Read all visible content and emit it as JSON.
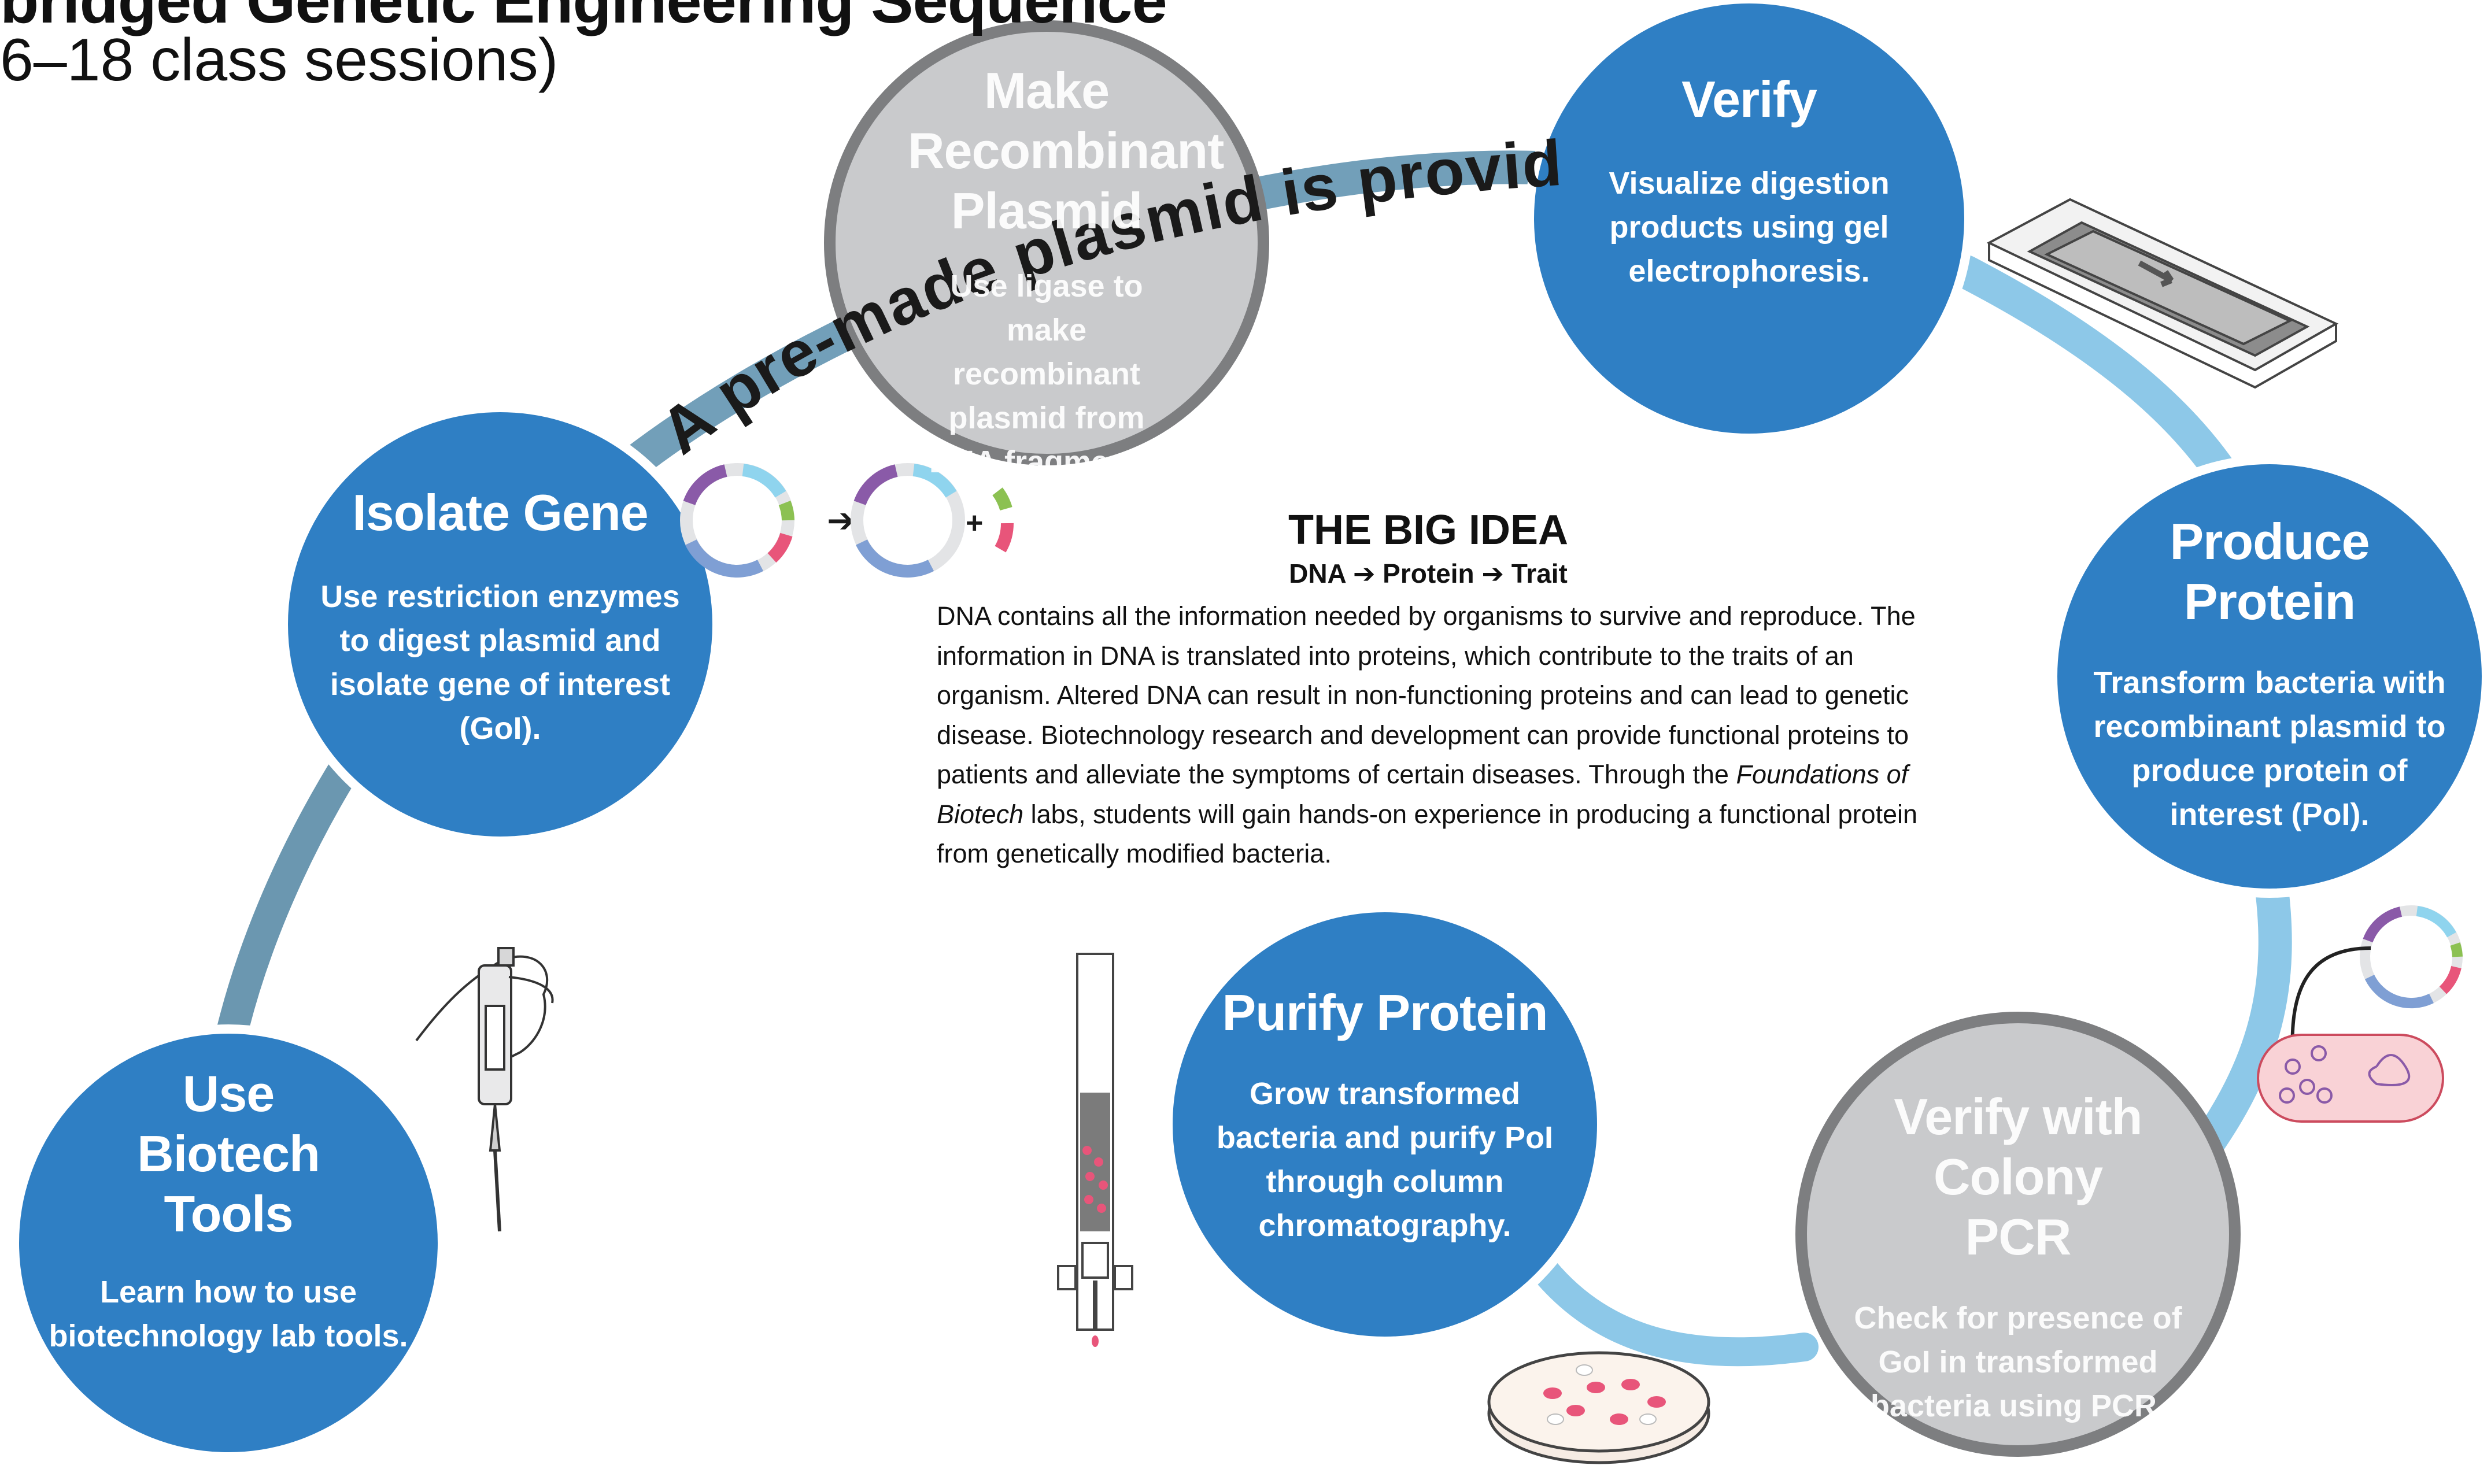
{
  "title": {
    "line1": "bridged Genetic Engineering Sequence",
    "line2": "6–18 class sessions)"
  },
  "banner": "A pre-made plasmid is provided",
  "steps": {
    "biotech_tools": {
      "heading": "Use Biotech Tools",
      "description": "Learn how to use biotechnology lab tools."
    },
    "isolate_gene": {
      "heading": "Isolate Gene",
      "description": "Use restriction enzymes to digest plasmid and isolate gene of interest (GoI)."
    },
    "make_plasmid": {
      "heading": "Make Recombinant Plasmid",
      "description": "Use ligase to make recombinant plasmid from DNA fragments."
    },
    "verify": {
      "heading": "Verify",
      "description": "Visualize digestion products using gel electrophoresis."
    },
    "produce_protein": {
      "heading": "Produce Protein",
      "description": "Transform bacteria with recombinant plasmid to produce protein of interest (PoI)."
    },
    "colony_pcr": {
      "heading": "Verify with Colony PCR",
      "description": "Check for presence of GoI in transformed bacteria using PCR."
    },
    "purify_protein": {
      "heading": "Purify Protein",
      "description": "Grow transformed bacteria and purify PoI through column chromatography."
    }
  },
  "big_idea": {
    "title": "THE BIG IDEA",
    "subtitle": "DNA ➔ Protein ➔ Trait",
    "body_1": "DNA contains all the information needed by organisms to survive and reproduce. The information in DNA is translated into proteins, which contribute to the traits of an organism. Altered DNA can result in non-functioning proteins and can lead to genetic disease. Biotechnology research and development can provide functional proteins to patients and alleviate the symptoms of certain diseases. Through the ",
    "body_italic": "Foundations of Biotech",
    "body_2": " labs, students will gain hands-on experience in producing a functional protein from genetically modified bacteria."
  },
  "colors": {
    "step_blue": "#2f7fc4",
    "step_blue_ring": "#ffffff",
    "inactive_grey": "#c9cacc",
    "inactive_ring": "#7d7e80",
    "track_dark": "#6f9fba",
    "track_light": "#8dc8e8",
    "plasmid_purple": "#8a5aa8",
    "plasmid_cyan": "#8fd4ee",
    "plasmid_green": "#8cc152",
    "plasmid_pink": "#e8557a",
    "plasmid_blue": "#7f9fd4",
    "colony_red": "#e8557a"
  },
  "icons": {
    "plasmid": "plasmid-icon",
    "pipette": "hand-pipette-icon",
    "gel_box": "gel-electrophoresis-icon",
    "petri_dish": "petri-dish-icon",
    "column": "chromatography-column-icon",
    "bacteria_tube": "bacteria-transformation-icon",
    "arrow": "arrow-right-icon",
    "plus": "plus-icon"
  },
  "labels": {
    "plus": "+",
    "arrow": "➔"
  }
}
